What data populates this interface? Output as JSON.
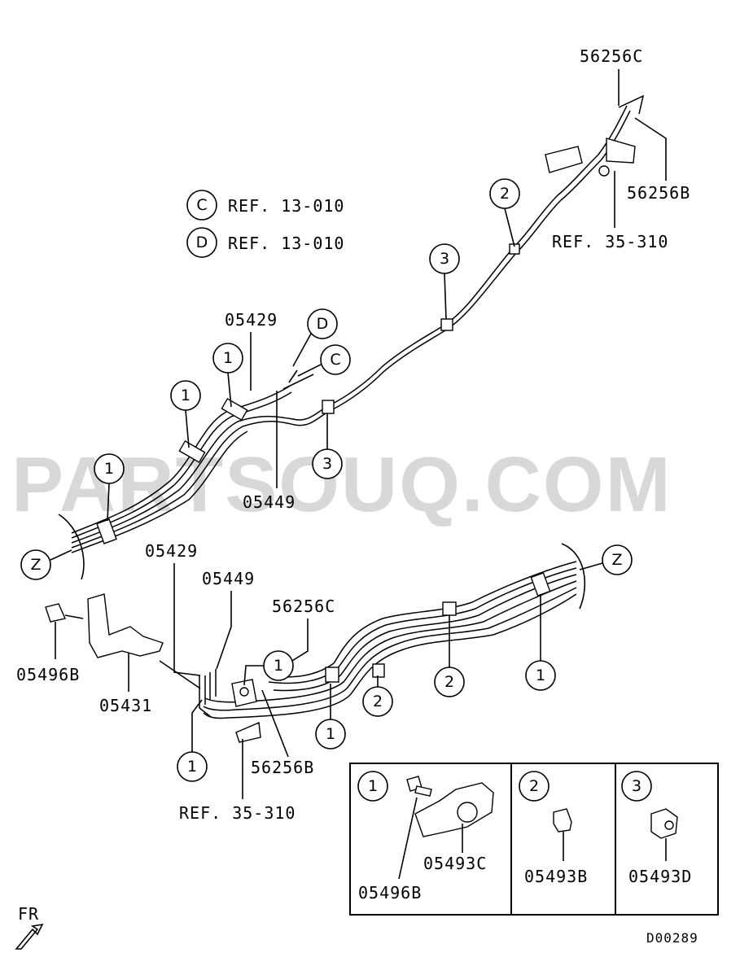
{
  "watermark": "PARTSOUQ.COM",
  "refs": {
    "c_letter": "C",
    "d_letter": "D",
    "c_text": "REF. 13-010",
    "d_text": "REF. 13-010"
  },
  "labels": {
    "top_56256C": "56256C",
    "top_56256B": "56256B",
    "top_ref35310": "REF. 35-310",
    "mid_05429": "05429",
    "mid_05449": "05449",
    "bot_05429": "05429",
    "bot_05449": "05449",
    "bot_56256C": "56256C",
    "bot_05496B": "05496B",
    "bot_05431": "05431",
    "bot_56256B": "56256B",
    "bot_ref35310": "REF. 35-310",
    "drawing_code": "D00289",
    "fr": "FR"
  },
  "callouts": {
    "one": "1",
    "two": "2",
    "three": "3",
    "z": "Z",
    "c": "C",
    "d": "D"
  },
  "legend": {
    "cell1_num": "1",
    "cell1_part_a": "05496B",
    "cell1_part_b": "05493C",
    "cell2_num": "2",
    "cell2_part": "05493B",
    "cell3_num": "3",
    "cell3_part": "05493D"
  }
}
